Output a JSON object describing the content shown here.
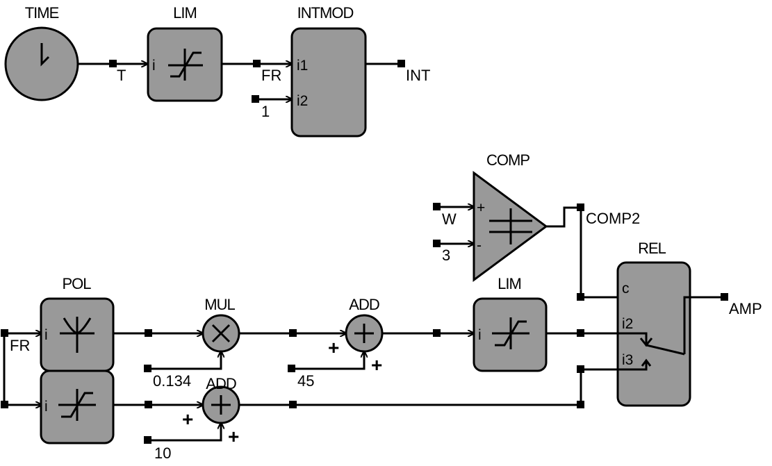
{
  "blocks": {
    "time": {
      "title": "TIME"
    },
    "lim1": {
      "title": "LIM",
      "port_in": "i"
    },
    "intmod": {
      "title": "INTMOD",
      "port_in1": "i1",
      "port_in2": "i2"
    },
    "pol": {
      "title": "POL",
      "port_in": "i"
    },
    "lim_low": {
      "port_in": "i"
    },
    "mul": {
      "title": "MUL"
    },
    "add1": {
      "title": "ADD",
      "sign_a": "+",
      "sign_b": "+"
    },
    "add2": {
      "title": "ADD",
      "sign_a": "+",
      "sign_b": "+"
    },
    "lim2": {
      "title": "LIM",
      "port_in": "i"
    },
    "comp": {
      "title": "COMP",
      "port_plus": "+",
      "port_minus": "-"
    },
    "rel": {
      "title": "REL",
      "port_c": "c",
      "port_i2": "i2",
      "port_i3": "i3"
    }
  },
  "signals": {
    "t": "T",
    "fr_top": "FR",
    "one": "1",
    "int": "INT",
    "w": "W",
    "three": "3",
    "comp2": "COMP2",
    "amp": "AMP",
    "fr_left": "FR",
    "c0134": "0.134",
    "c45": "45",
    "c10": "10"
  }
}
